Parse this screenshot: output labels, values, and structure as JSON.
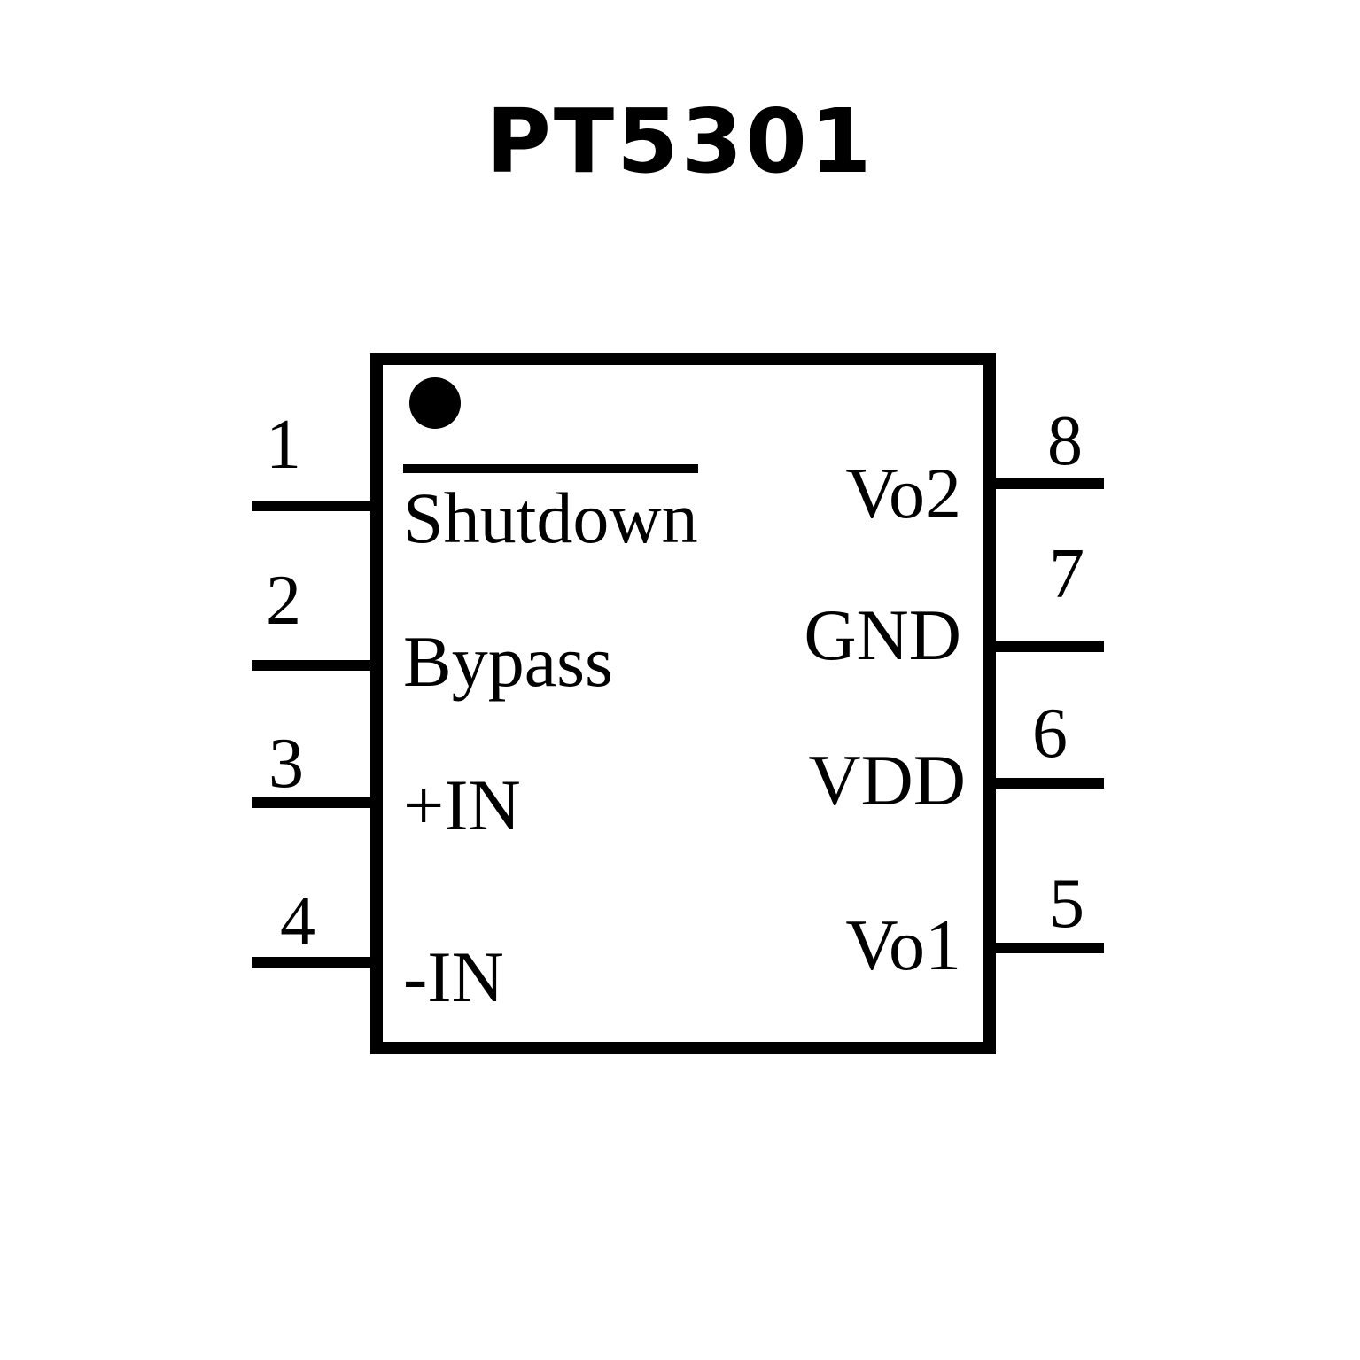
{
  "title": "PT5301",
  "diagram_type": "ic-pinout",
  "package": {
    "pin_count": 8,
    "pin1_marker_icon": "filled-circle"
  },
  "pins": {
    "left": [
      {
        "number": "1",
        "label": "Shutdown",
        "overline": true
      },
      {
        "number": "2",
        "label": "Bypass",
        "overline": false
      },
      {
        "number": "3",
        "label": "+IN",
        "overline": false
      },
      {
        "number": "4",
        "label": "-IN",
        "overline": false
      }
    ],
    "right": [
      {
        "number": "8",
        "label": "Vo2"
      },
      {
        "number": "7",
        "label": "GND"
      },
      {
        "number": "6",
        "label": "VDD"
      },
      {
        "number": "5",
        "label": "Vo1"
      }
    ]
  },
  "colors": {
    "ink": "#000000",
    "background": "#ffffff"
  }
}
